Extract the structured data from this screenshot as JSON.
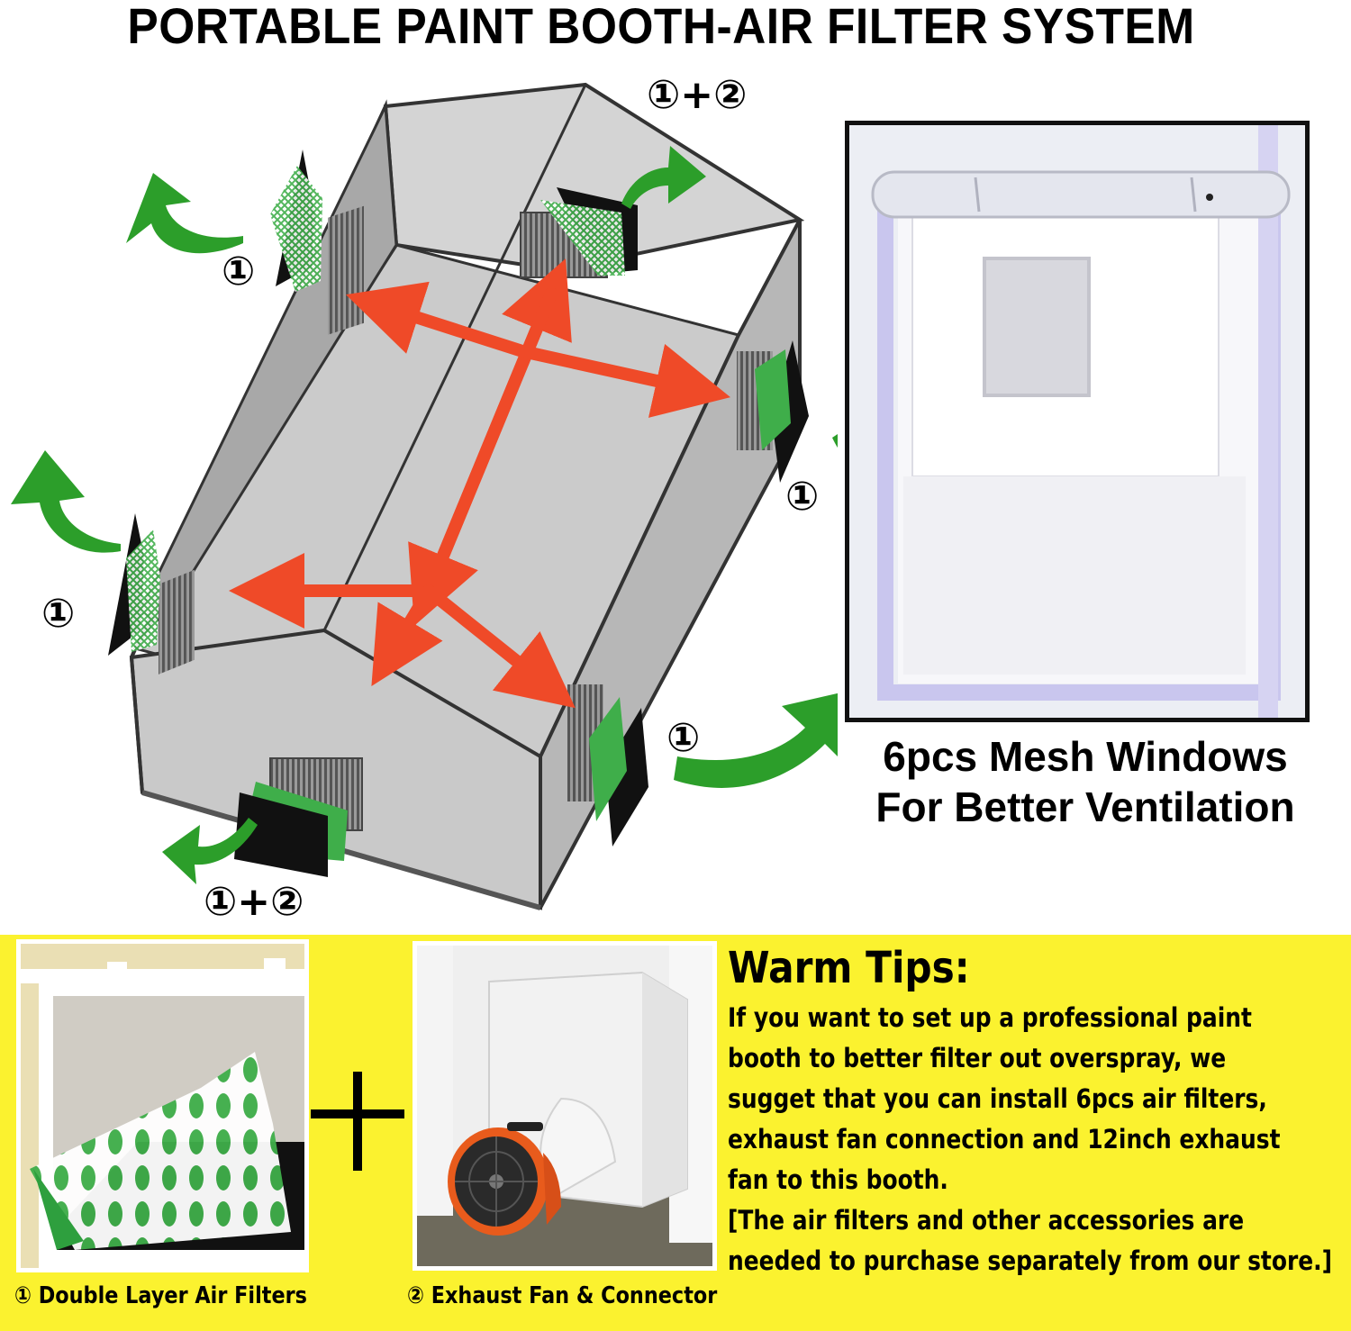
{
  "title": "PORTABLE PAINT BOOTH-AIR FILTER SYSTEM",
  "diagram": {
    "callouts": {
      "top_back": "①+②",
      "left_upper": "①",
      "left_lower": "①",
      "right_upper": "①",
      "right_lower": "①",
      "front": "①+②"
    },
    "colors": {
      "airflow_out": "#2c9e2a",
      "airflow_inside": "#ef4a28",
      "filter_mesh": "#3fae4a"
    },
    "icons": [
      "curved-arrow-icon",
      "cross-arrows-icon"
    ]
  },
  "mesh_windows": {
    "line1": "6pcs Mesh Windows",
    "line2": "For Better Ventilation"
  },
  "bottom": {
    "background_color": "#fbf22f",
    "filter_caption": "① Double Layer Air Filters",
    "fan_caption": "② Exhaust Fan & Connector",
    "plus_symbol": "+"
  },
  "tips": {
    "heading": "Warm Tips:",
    "lines": [
      "If you want to set up a professional paint",
      "booth to better filter out overspray, we",
      "sugget that you can install 6pcs air filters,",
      "exhaust fan connection and 12inch exhaust",
      "fan to this booth.",
      "[The air filters and other accessories are",
      "needed to purchase separately from our store.]"
    ]
  }
}
